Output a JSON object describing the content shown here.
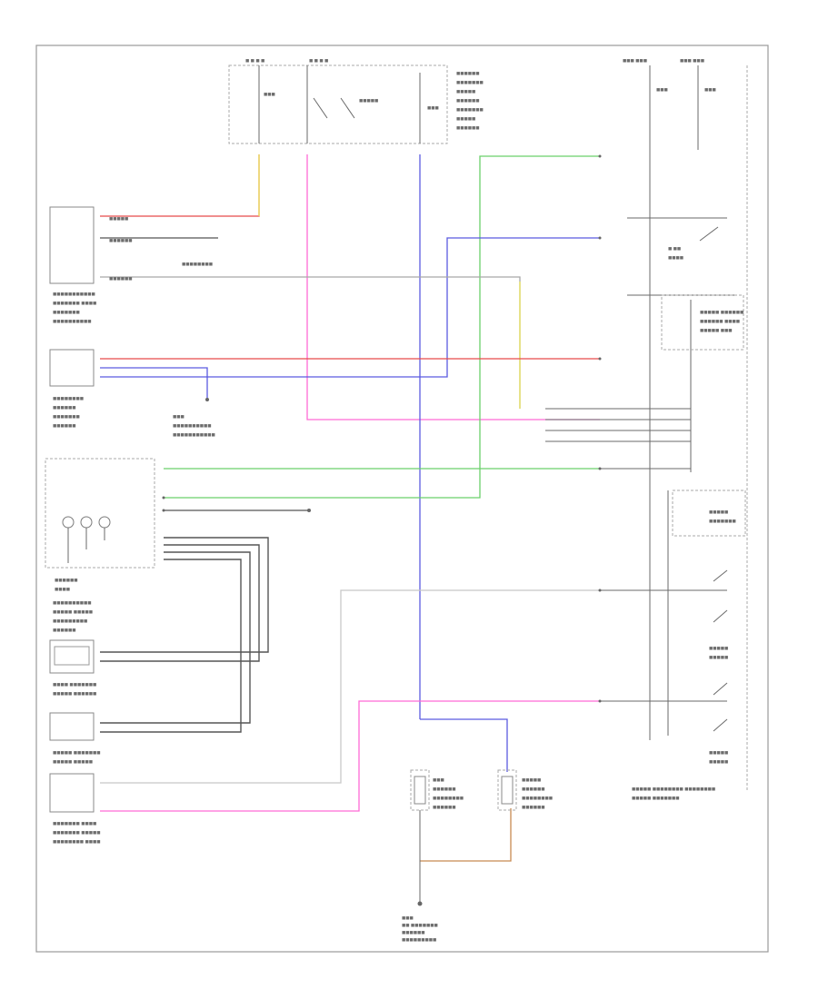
{
  "diagram": {
    "footer_code": "",
    "components": [
      {
        "id": "fuse-relay-box-top",
        "label": ""
      },
      {
        "id": "fuse-box-top-right",
        "label": ""
      },
      {
        "id": "combination-meter",
        "label": ""
      },
      {
        "id": "rear-defogger-switch",
        "label": ""
      },
      {
        "id": "combination-switch",
        "label": ""
      },
      {
        "id": "left-mirror-switch",
        "label": ""
      },
      {
        "id": "right-mirror-switch",
        "label": ""
      },
      {
        "id": "power-mirror-switch",
        "label": ""
      },
      {
        "id": "left-mirror-heater",
        "label": ""
      },
      {
        "id": "right-mirror-heater",
        "label": ""
      },
      {
        "id": "ground-point",
        "label": ""
      }
    ],
    "colors": {
      "red_wire": "#e64a4a",
      "pink_wire": "#ff6ad5",
      "blue_wire": "#5a5ae0",
      "green_wire": "#6ad06a",
      "yellow_wire": "#e8e05a",
      "orange_wire": "#c88a50",
      "gray_wire": "#a8a8a8",
      "black_wire": "#555555"
    }
  }
}
